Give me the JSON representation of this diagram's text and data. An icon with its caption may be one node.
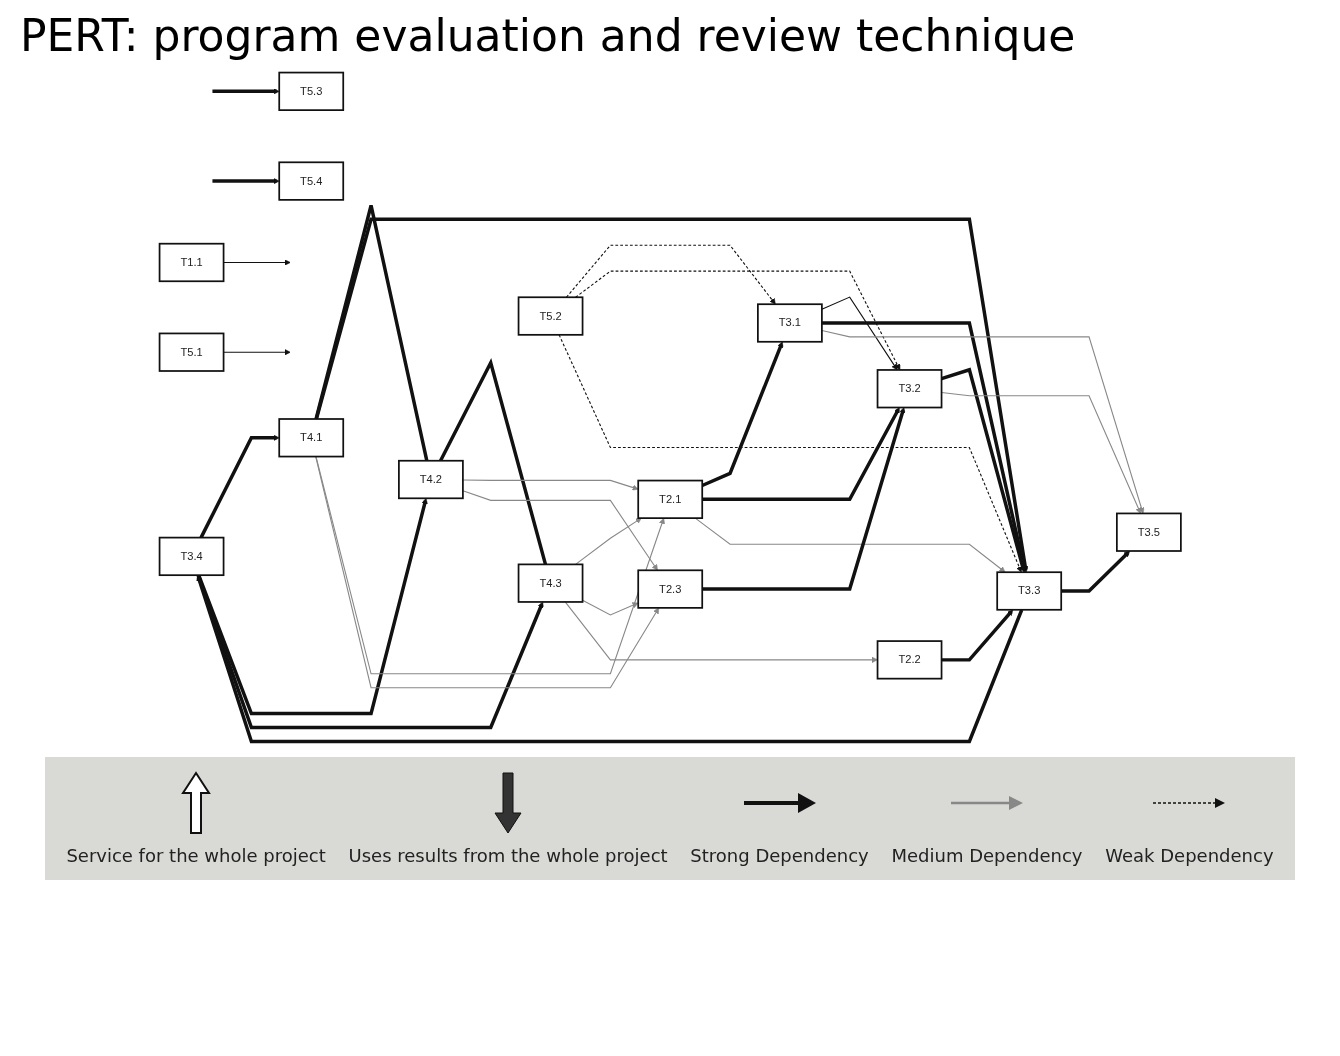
{
  "diagram": {
    "title": "PERT: program evaluation and review technique",
    "nodes": [
      {
        "text": [
          "T5.2"
        ]
      },
      {
        "text": [
          "T4.1"
        ]
      },
      {
        "text": [
          "T2.1"
        ]
      },
      {
        "text": [
          "T3.1"
        ]
      },
      {
        "text": [
          "T3.4"
        ]
      },
      {
        "text": [
          "T4.2"
        ]
      },
      {
        "text": [
          "T2.3"
        ]
      },
      {
        "text": [
          "T3.2"
        ]
      },
      {
        "text": [
          "T3.3"
        ]
      },
      {
        "text": [
          "T3.5"
        ]
      },
      {
        "text": [
          "T4.3"
        ]
      },
      {
        "text": [
          "T2.2"
        ]
      },
      {
        "text": [
          "T1.1"
        ]
      },
      {
        "text": [
          "T5.1"
        ]
      },
      {
        "text": [
          "T5.3"
        ]
      },
      {
        "text": [
          "T5.4"
        ]
      }
    ],
    "edges": [
      {
        "from": 4,
        "to": 1,
        "arrow": "to",
        "style": "thick"
      },
      {
        "from": 4,
        "to": 5,
        "arrow": "to",
        "style": "thick"
      },
      {
        "from": 4,
        "to": 10,
        "arrow": "to",
        "style": "thick"
      },
      {
        "from": 1,
        "to": 5,
        "arrow": "none",
        "style": "thick"
      },
      {
        "from": 5,
        "to": 10,
        "arrow": "none",
        "style": "thick"
      },
      {
        "from": 1,
        "to": 8,
        "arrow": "to",
        "style": "thick"
      },
      {
        "from": 8,
        "to": 4,
        "arrow": "to",
        "style": "thick"
      },
      {
        "from": 1,
        "to": 2,
        "arrow": "to",
        "color": "#888888"
      },
      {
        "from": 1,
        "to": 6,
        "arrow": "to",
        "color": "#888888"
      },
      {
        "from": 5,
        "to": 2,
        "arrow": "to",
        "color": "#888888"
      },
      {
        "from": 5,
        "to": 6,
        "arrow": "to",
        "color": "#888888"
      },
      {
        "from": 10,
        "to": 2,
        "arrow": "to",
        "color": "#888888"
      },
      {
        "from": 10,
        "to": 6,
        "arrow": "to",
        "color": "#888888"
      },
      {
        "from": 10,
        "to": 11,
        "arrow": "to",
        "color": "#888888"
      },
      {
        "from": 2,
        "to": 3,
        "arrow": "to",
        "style": "thick"
      },
      {
        "from": 2,
        "to": 7,
        "arrow": "to",
        "style": "thick"
      },
      {
        "from": 2,
        "to": 8,
        "arrow": "to",
        "color": "#888888"
      },
      {
        "from": 6,
        "to": 7,
        "arrow": "to",
        "style": "thick"
      },
      {
        "from": 11,
        "to": 8,
        "arrow": "to",
        "style": "thick"
      },
      {
        "from": 0,
        "to": 3,
        "arrow": "to",
        "style": "dashed"
      },
      {
        "from": 0,
        "to": 7,
        "arrow": "to",
        "style": "dashed"
      },
      {
        "from": 0,
        "to": 8,
        "arrow": "to",
        "style": "dashed"
      },
      {
        "from": 3,
        "to": 7,
        "arrow": "to"
      },
      {
        "from": 3,
        "to": 8,
        "arrow": "to",
        "style": "thick"
      },
      {
        "from": 7,
        "to": 8,
        "arrow": "to",
        "style": "thick"
      },
      {
        "from": 3,
        "to": 9,
        "arrow": "to",
        "color": "#888888"
      },
      {
        "from": 7,
        "to": 9,
        "arrow": "to",
        "color": "#888888"
      },
      {
        "from": 8,
        "to": 9,
        "arrow": "to",
        "style": "thick"
      },
      {
        "from": 12,
        "to": null,
        "arrow": "to"
      },
      {
        "from": 13,
        "to": null,
        "arrow": "to"
      },
      {
        "from": null,
        "to": 14,
        "arrow": "to",
        "style": "thick"
      },
      {
        "from": null,
        "to": 15,
        "arrow": "to",
        "style": "thick"
      }
    ],
    "legend": [
      {
        "text": "Service for the whole project"
      },
      {
        "text": "Uses results from the whole project"
      },
      {
        "text": "Strong Dependency"
      },
      {
        "text": "Medium Dependency"
      },
      {
        "text": "Weak Dependency"
      }
    ]
  }
}
